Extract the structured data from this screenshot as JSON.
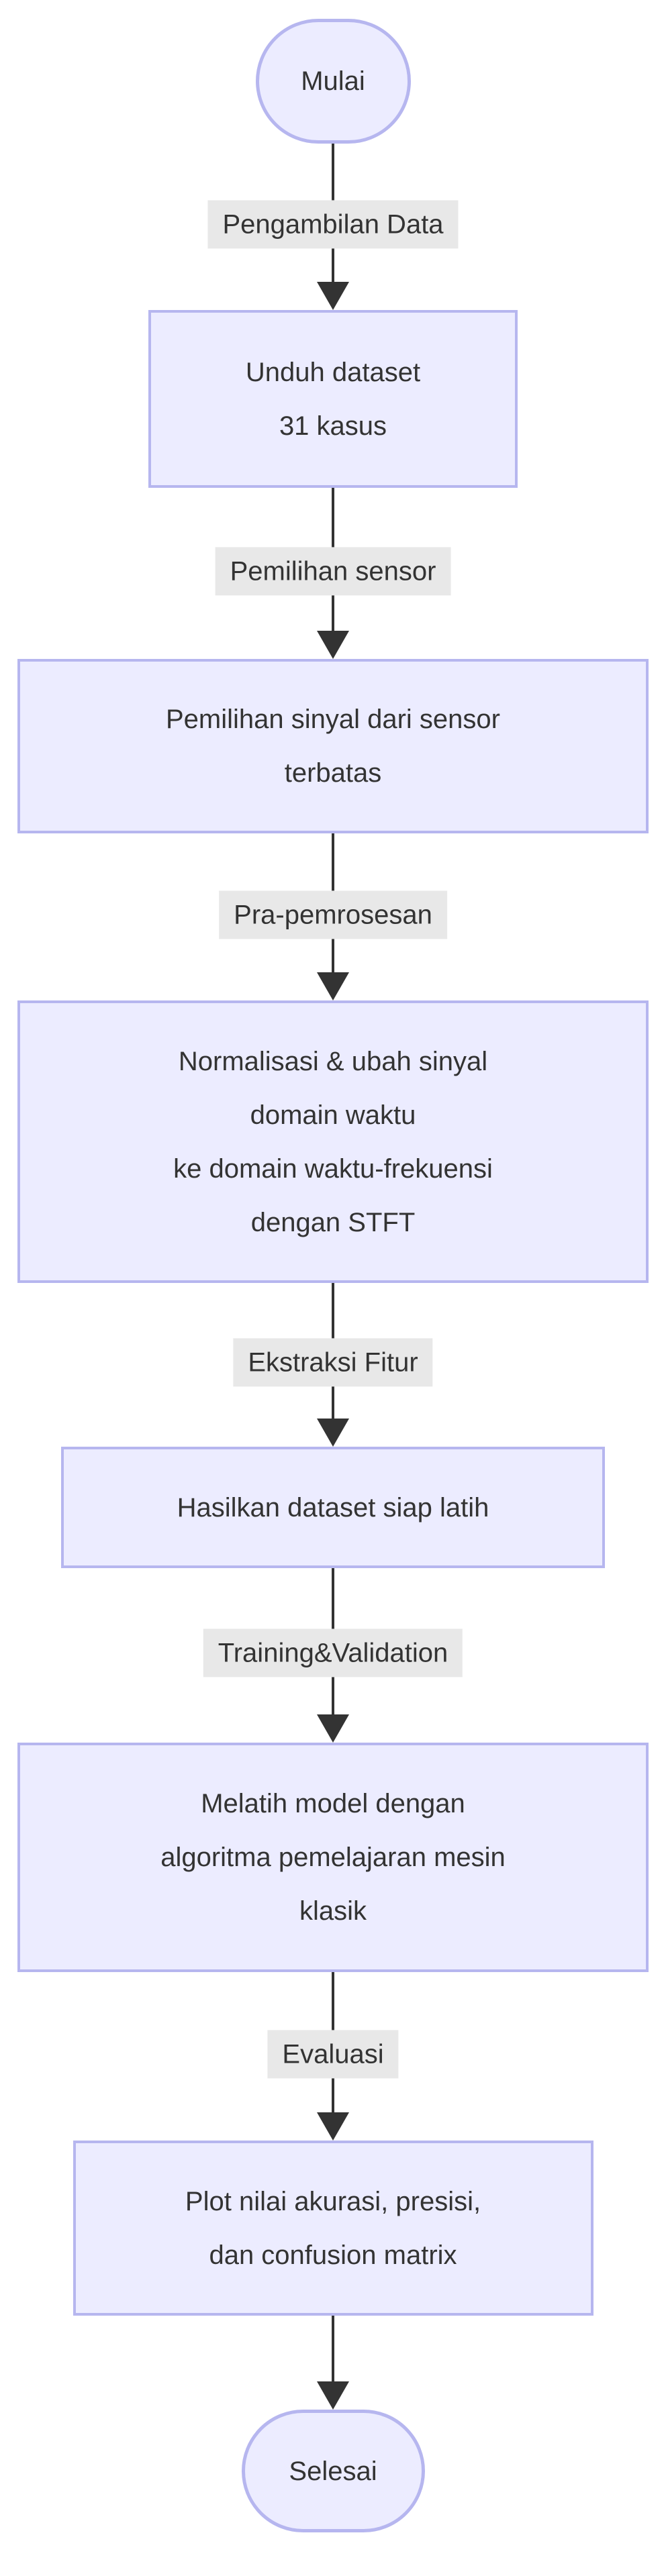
{
  "colors": {
    "background": "#ffffff",
    "node_fill": "#ececff",
    "node_border": "#b6b6ef",
    "edge_color": "#333333",
    "label_bg": "#e8e8e8",
    "text_color": "#333333"
  },
  "flow": {
    "start_label": "Mulai",
    "end_label": "Selesai",
    "steps": [
      {
        "edge_label": "Pengambilan Data",
        "lines": [
          "Unduh dataset",
          "31 kasus"
        ]
      },
      {
        "edge_label": "Pemilihan sensor",
        "lines": [
          "Pemilihan sinyal dari sensor",
          "terbatas"
        ]
      },
      {
        "edge_label": "Pra-pemrosesan",
        "lines": [
          "Normalisasi & ubah sinyal",
          "domain waktu",
          "ke domain waktu-frekuensi",
          "dengan STFT"
        ]
      },
      {
        "edge_label": "Ekstraksi Fitur",
        "lines": [
          "Hasilkan dataset siap latih"
        ]
      },
      {
        "edge_label": "Training&Validation",
        "lines": [
          "Melatih model dengan",
          "algoritma pemelajaran mesin",
          "klasik"
        ]
      },
      {
        "edge_label": "Evaluasi",
        "lines": [
          "Plot nilai akurasi, presisi,",
          "dan confusion matrix"
        ]
      }
    ]
  }
}
